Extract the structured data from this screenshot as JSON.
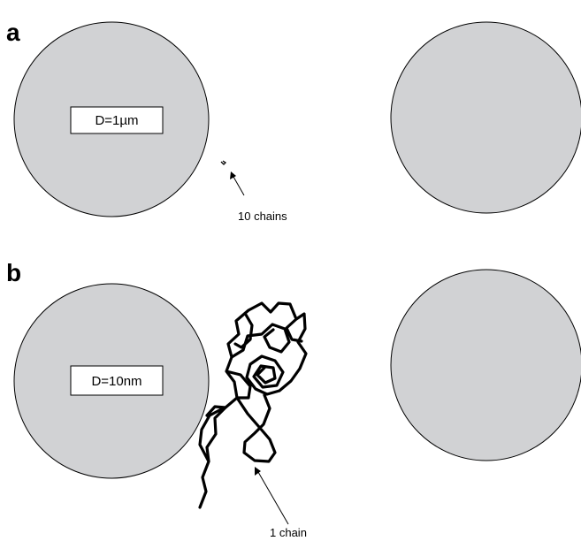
{
  "panels": {
    "a": {
      "letter": "a",
      "particle_label": "D=1µm",
      "chain_caption": "10 chains"
    },
    "b": {
      "letter": "b",
      "particle_label": "D=10nm",
      "chain_caption": "1 chain"
    }
  },
  "colors": {
    "particle_fill": "#d1d2d4",
    "outline": "#000000",
    "label_box_fill": "#ffffff"
  }
}
